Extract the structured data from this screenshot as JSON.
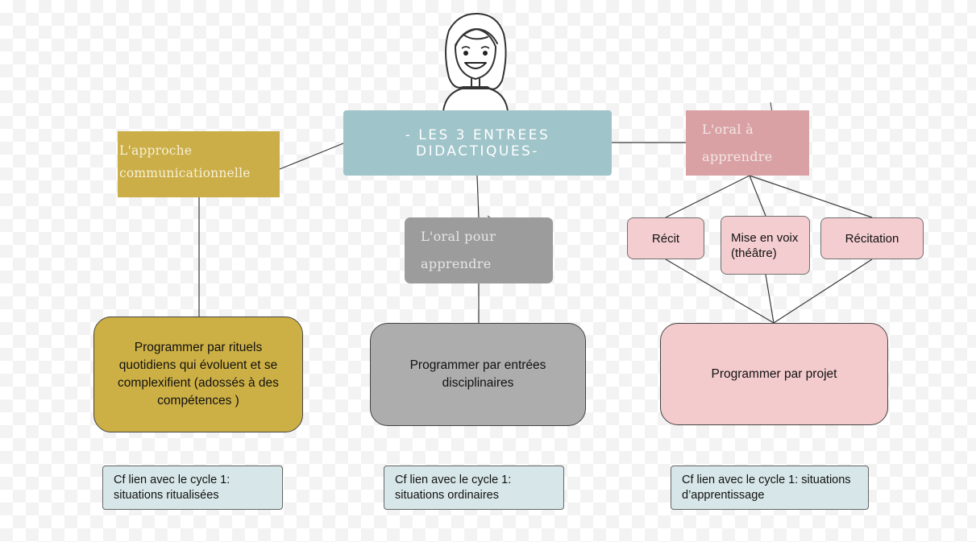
{
  "title": "- LES 3 ENTREES DIDACTIQUES-",
  "entries": {
    "communicationnelle": "L'approche communicationnelle",
    "oral_pour_apprendre": "L'oral pour apprendre",
    "oral_a_apprendre": "L'oral à apprendre"
  },
  "sub_items": {
    "recit": "Récit",
    "mise_en_voix": "Mise en voix (théâtre)",
    "recitation": "Récitation"
  },
  "programmes": {
    "rituels": "Programmer par rituels quotidiens qui évoluent et se complexifient (adossés à des compétences )",
    "disciplinaires": "Programmer par entrées disciplinaires",
    "projet": "Programmer par projet"
  },
  "notes": {
    "rituels": "Cf lien avec le cycle 1: situations ritualisées",
    "ordinaires": "Cf lien avec le cycle 1: situations ordinaires",
    "apprentissage": "Cf lien avec le cycle 1: situations d’apprentissage"
  },
  "colors": {
    "title_box": "#9fc4c9",
    "communicationnelle": "#cbae47",
    "oral_pour_apprendre": "#9c9c9c",
    "oral_a_apprendre": "#d9a1a3",
    "pink_light": "#f4cdd0",
    "note": "#d7e6e8"
  },
  "icons": {
    "mascot": "smiling-girl-icon"
  }
}
